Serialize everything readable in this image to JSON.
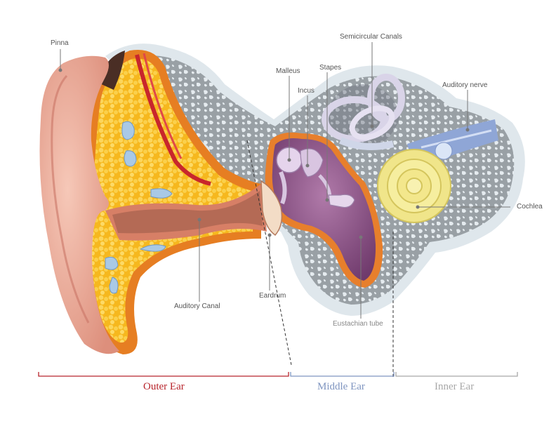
{
  "labels": {
    "pinna": "Pinna",
    "malleus": "Malleus",
    "stapes": "Stapes",
    "semicircular_canals": "Semicircular Canals",
    "incus": "Incus",
    "auditory_nerve": "Auditory nerve",
    "cochlea": "Cochlea",
    "eardrum": "Eardrum",
    "auditory_canal": "Auditory Canal",
    "eustachian_tube": "Eustachian tube"
  },
  "sections": {
    "outer_ear": "Outer Ear",
    "middle_ear": "Middle Ear",
    "inner_ear": "Inner Ear"
  },
  "colors": {
    "outer_ear": "#b8252c",
    "middle_ear": "#7f95c0",
    "inner_ear": "#a8a8a8",
    "skin": "#f1b4a2",
    "fat": "#f8c52c",
    "bone": "#e3e9ee",
    "middle_cavity": "#8a4f86",
    "cochlea": "#f4ec9a"
  }
}
